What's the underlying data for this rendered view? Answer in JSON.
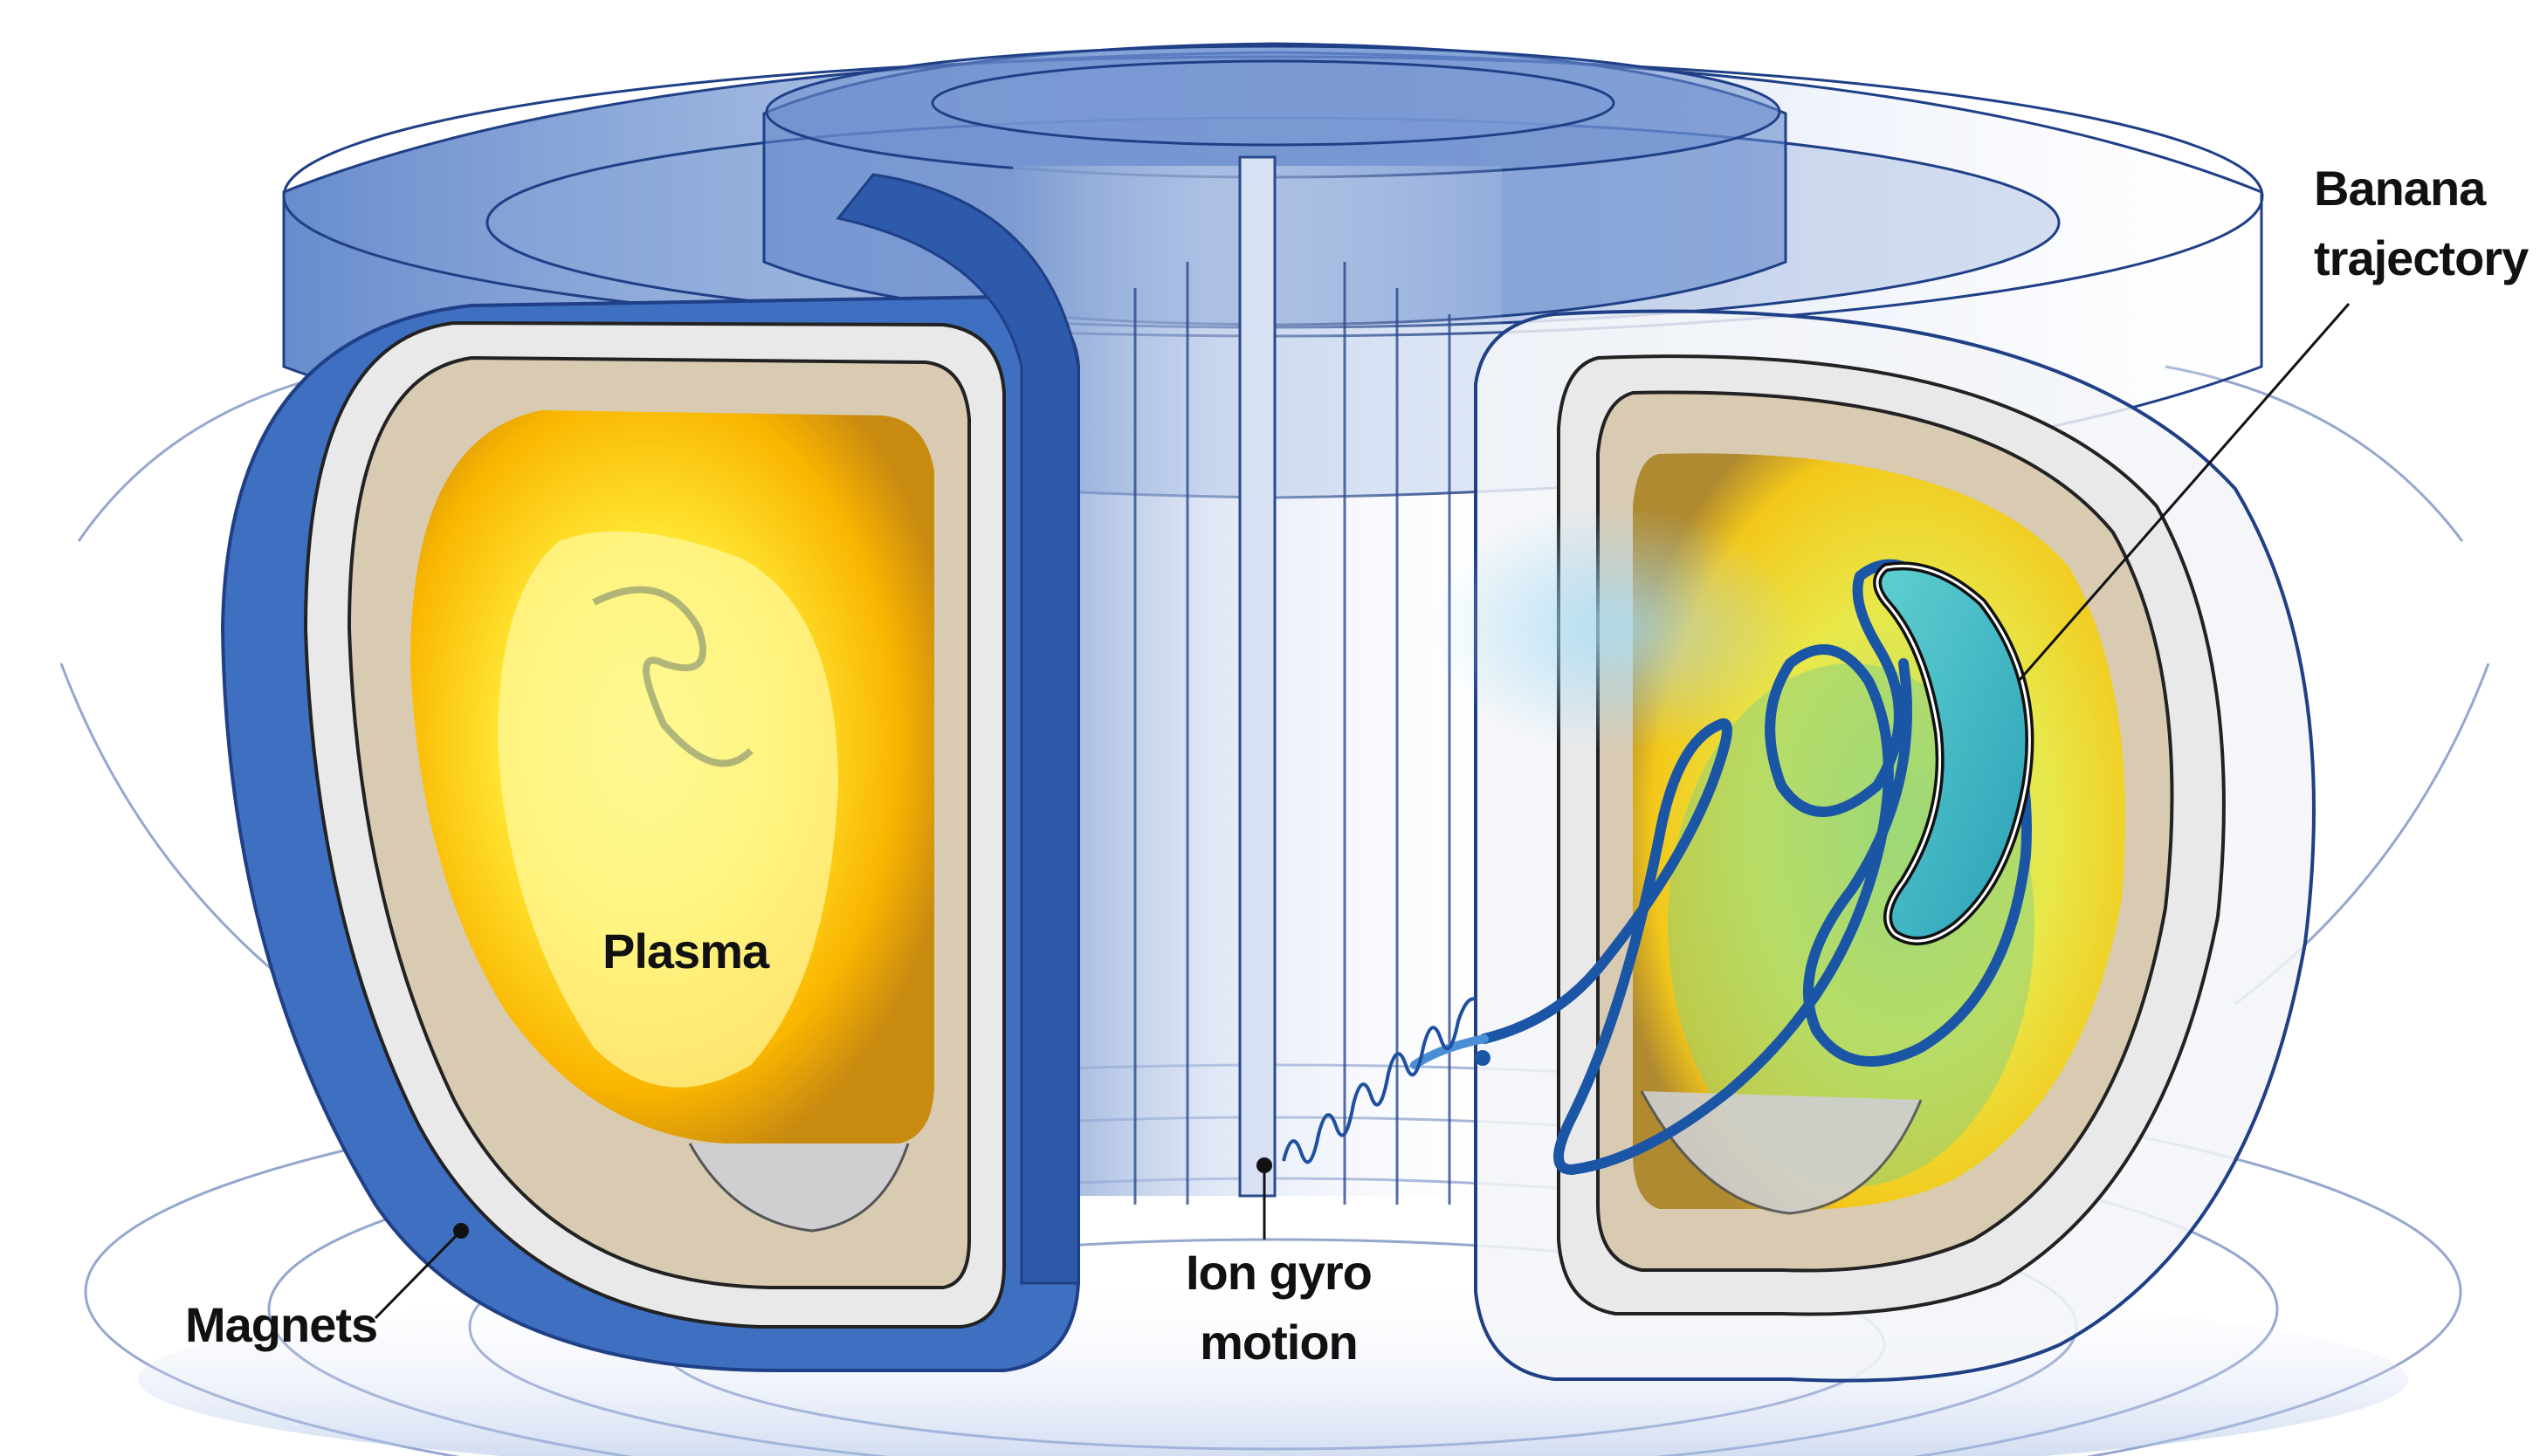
{
  "labels": {
    "plasma": "Plasma",
    "magnets": "Magnets",
    "ion_gyro_line1": "Ion gyro",
    "ion_gyro_line2": "motion",
    "banana_line1": "Banana",
    "banana_line2": "trajectory"
  },
  "colors": {
    "magnet_blue": "#3f6fc0",
    "magnet_dark": "#1f4f9f",
    "plasma_yellow": "#ffe733",
    "plasma_orange": "#f7a600",
    "trajectory_blue": "#1a55a6",
    "banana_teal": "#35b8c4",
    "vessel_grey": "#e9e9ea"
  }
}
